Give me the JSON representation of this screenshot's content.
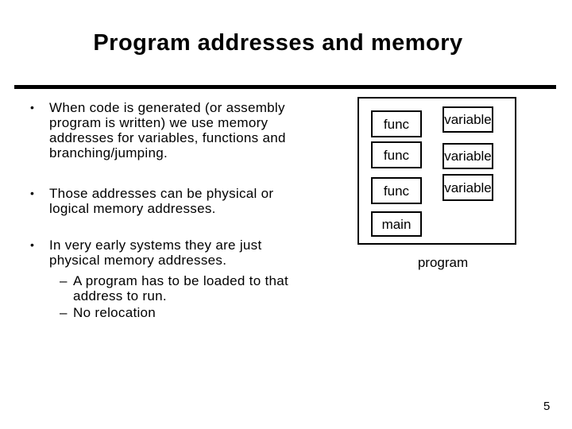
{
  "slide": {
    "title": "Program addresses and memory",
    "page_number": "5"
  },
  "bullets": [
    {
      "level": 1,
      "marker": "•",
      "text": "When code is generated (or assembly\nprogram is written) we use memory\naddresses for variables, functions and\nbranching/jumping."
    },
    {
      "level": 1,
      "marker": "•",
      "text": "Those addresses can be physical or\nlogical memory addresses."
    },
    {
      "level": 1,
      "marker": "•",
      "text": "In very early systems they are just\nphysical memory addresses."
    },
    {
      "level": 2,
      "marker": "–",
      "text": "A program has to be loaded to that\naddress to run."
    },
    {
      "level": 2,
      "marker": "–",
      "text": "No relocation"
    }
  ],
  "diagram": {
    "label": "program",
    "boxes": [
      {
        "id": "func-1",
        "label": "func"
      },
      {
        "id": "func-2",
        "label": "func"
      },
      {
        "id": "func-3",
        "label": "func"
      },
      {
        "id": "main",
        "label": "main"
      },
      {
        "id": "variable-1",
        "label": "variable"
      },
      {
        "id": "variable-2",
        "label": "variable"
      },
      {
        "id": "variable-3",
        "label": "variable"
      }
    ]
  },
  "colors": {
    "background": "#ffffff",
    "text": "#000000",
    "line": "#000000"
  }
}
